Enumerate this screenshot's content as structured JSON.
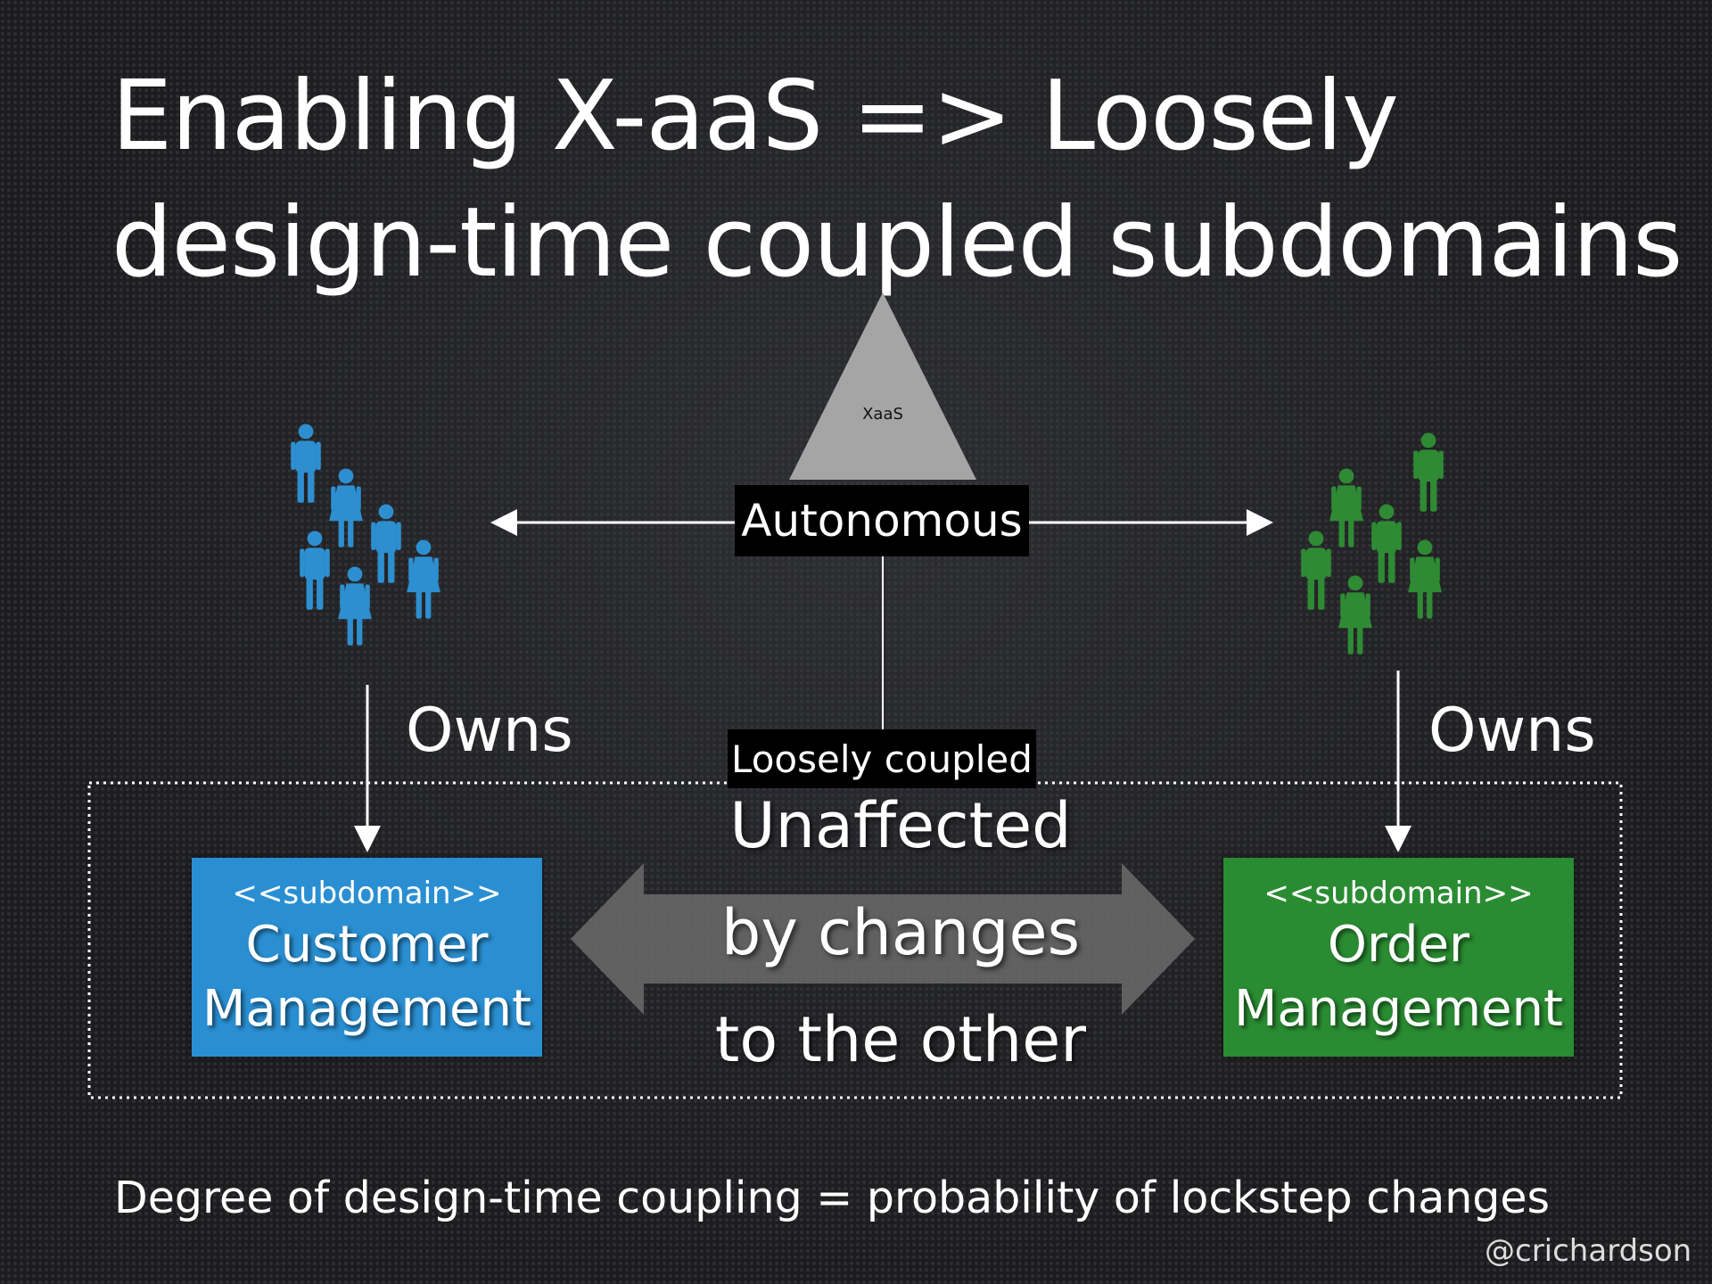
{
  "title": {
    "line1": "Enabling X-aaS => Loosely",
    "line2": "design-time coupled subdomains"
  },
  "xaas": {
    "label": "XaaS"
  },
  "autonomous_label": "Autonomous",
  "loosely_coupled_label": "Loosely coupled",
  "owns_left": "Owns",
  "owns_right": "Owns",
  "subdomains": [
    {
      "stereotype": "<<subdomain>>",
      "name_line1": "Customer",
      "name_line2": "Management"
    },
    {
      "stereotype": "<<subdomain>>",
      "name_line1": "Order",
      "name_line2": "Management"
    }
  ],
  "center_text": [
    "Unaffected",
    "by changes",
    "to the other"
  ],
  "footer": "Degree of design-time coupling = probability of lockstep changes",
  "handle": "@crichardson",
  "colors": {
    "customer": "#2a8fd2",
    "order": "#2a8c32",
    "team_blue": "#2d8fd0",
    "team_green": "#2e8b34",
    "double_arrow": "#6b6b6b",
    "triangle": "#a5a5a5"
  },
  "icons": {
    "team_left": "people-group-icon",
    "team_right": "people-group-icon"
  }
}
